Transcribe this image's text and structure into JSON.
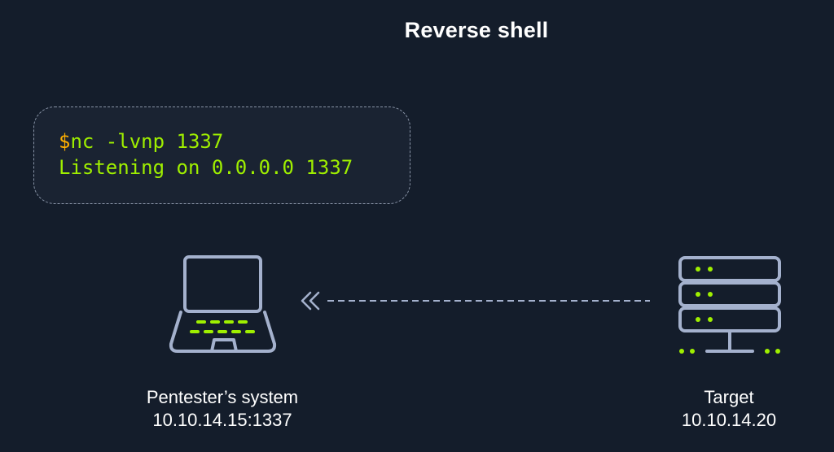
{
  "title": "Reverse shell",
  "terminal": {
    "prompt": "$",
    "command": "nc -lvnp 1337",
    "output": "Listening on 0.0.0.0 1337"
  },
  "pentester": {
    "name": "Pentester’s system",
    "address": "10.10.14.15:1337"
  },
  "target": {
    "name": "Target",
    "address": "10.10.14.20"
  },
  "colors": {
    "background": "#141d2b",
    "accent_green": "#9fef00",
    "accent_orange": "#ffaf00",
    "icon_stroke": "#a4b1cd"
  },
  "icons": {
    "pentester": "laptop-icon",
    "target": "server-icon",
    "connection": "double-chevron-left-icon"
  }
}
